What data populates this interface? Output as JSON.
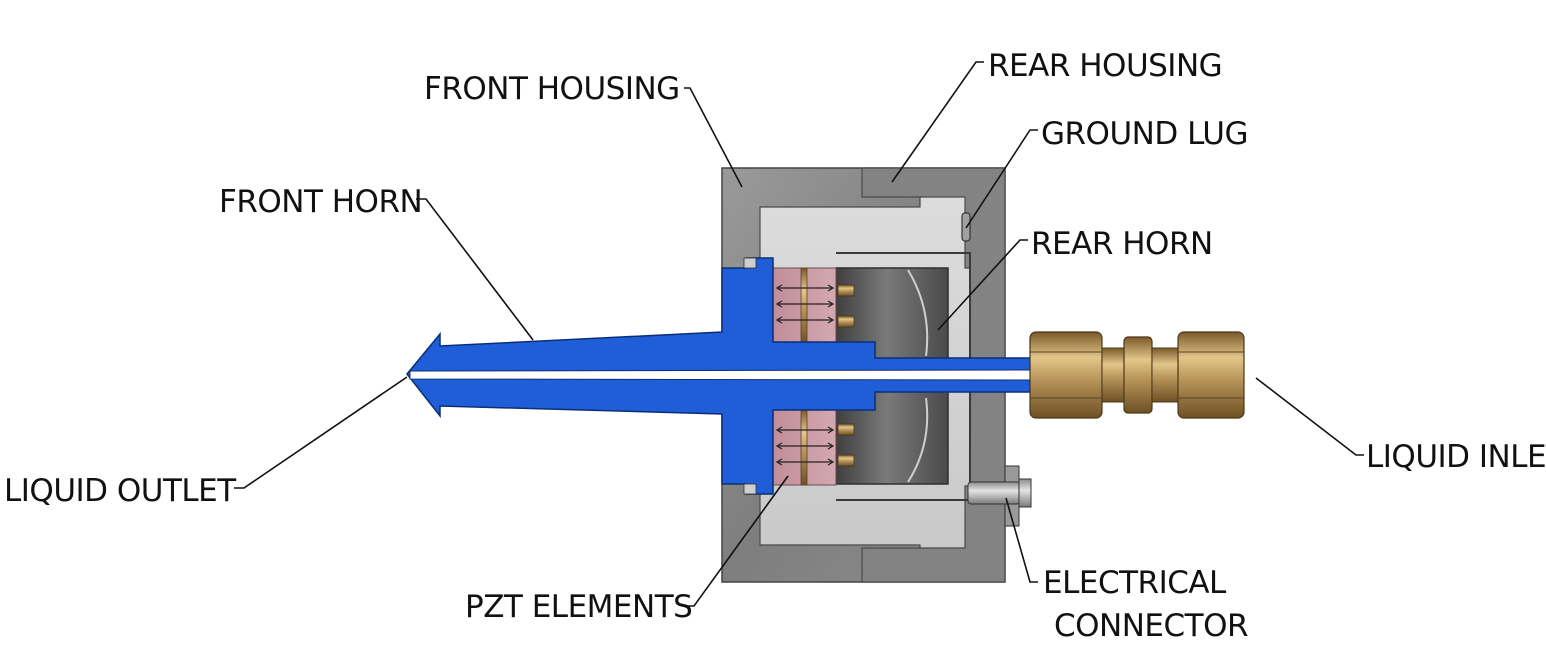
{
  "labels": {
    "front_housing": "FRONT HOUSING",
    "rear_housing": "REAR HOUSING",
    "ground_lug": "GROUND LUG",
    "front_horn": "FRONT HORN",
    "rear_horn": "REAR HORN",
    "liquid_outlet": "LIQUID OUTLET",
    "liquid_inlet": "LIQUID INLET",
    "pzt_elements": "PZT ELEMENTS",
    "electrical_connector_line1": "ELECTRICAL",
    "electrical_connector_line2": "CONNECTOR"
  },
  "colors": {
    "horn_blue": "#1f5ed6",
    "housing_gray": "#8a8a8a",
    "cavity_gray": "#d8d8d8",
    "pzt_pink": "#c99aa3",
    "brass": "#b8955a",
    "rear_horn_dark": "#5e5e5e"
  }
}
